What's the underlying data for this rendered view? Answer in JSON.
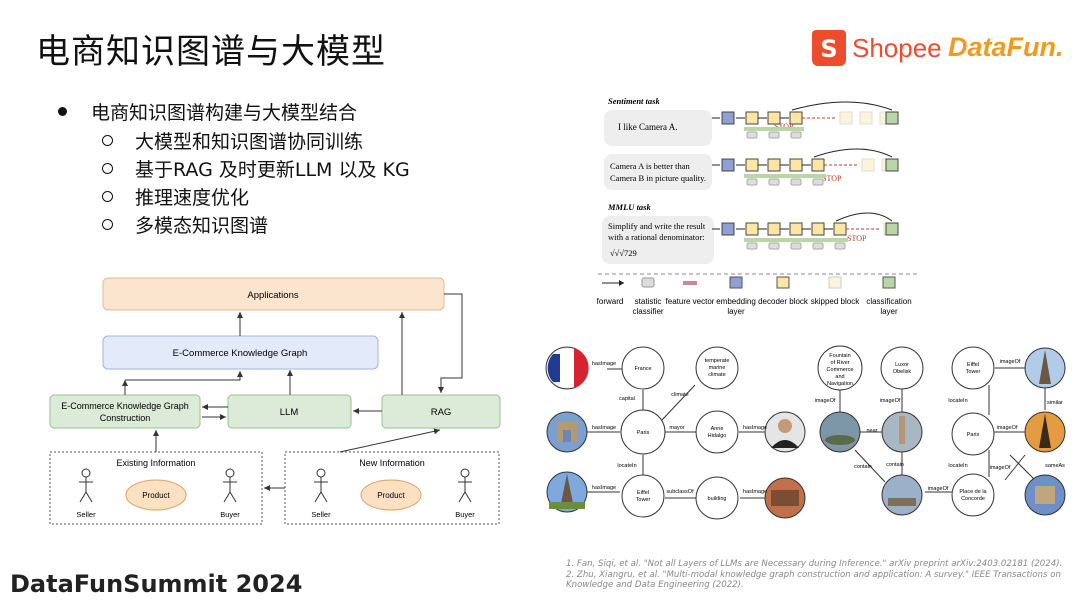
{
  "title": "电商知识图谱与大模型",
  "logos": {
    "shopee": "Shopee",
    "shopee_icon_letter": "S",
    "datafun": "DataFun."
  },
  "bullets": {
    "main": "电商知识图谱构建与大模型结合",
    "subs": [
      "大模型和知识图谱协同训练",
      "基于RAG 及时更新LLM 以及 KG",
      "推理速度优化",
      "多模态知识图谱"
    ]
  },
  "flow": {
    "applications": "Applications",
    "ekg": "E-Commerce Knowledge Graph",
    "ekg_construction_1": "E-Commerce Knowledge Graph",
    "ekg_construction_2": "Construction",
    "llm": "LLM",
    "rag": "RAG",
    "existing": "Existing Information",
    "new": "New Information",
    "product": "Product",
    "seller": "Seller",
    "buyer": "Buyer"
  },
  "tasks": {
    "sentiment_title": "Sentiment task",
    "q1": "I like Camera A.",
    "q2a": "Camera A is better than",
    "q2b": "Camera B in picture quality.",
    "mmlu_title": "MMLU task",
    "q3a": "Simplify and write the result",
    "q3b": "with a rational denominator:",
    "q3c": "√√√729",
    "stop": "STOP",
    "legend": [
      "forward",
      "statistic classifier",
      "feature vector",
      "embedding layer",
      "decoder block",
      "skipped block",
      "classification layer"
    ],
    "legend_l1": [
      "forward",
      "statistic",
      "feature vector",
      "embedding",
      "decoder block",
      "skipped block",
      "classification"
    ],
    "legend_l2": [
      "",
      "classifier",
      "",
      "layer",
      "",
      "",
      "layer"
    ]
  },
  "kg1": {
    "nodes": {
      "france": "France",
      "climate_1": "temperate",
      "climate_2": "marine",
      "climate_3": "climate",
      "paris": "Paris",
      "anne_1": "Anne",
      "anne_2": "Hidalgo",
      "eiffel_1": "Eiffel",
      "eiffel_2": "Tower",
      "building": "building"
    },
    "edges": {
      "hasimage1": "hasImage",
      "climate": "climate",
      "capital": "capital",
      "hasimage2": "hasImage",
      "mayor": "mayor",
      "hasimage3": "hasImage",
      "locatein": "locateIn",
      "hasimage4": "hasImage",
      "subclass": "subclassOf",
      "hasimage5": "hasImage"
    }
  },
  "kg2": {
    "nodes": {
      "fountain_1": "Fountain",
      "fountain_2": "of River",
      "fountain_3": "Commerce",
      "fountain_4": "and",
      "fountain_5": "Navigation",
      "luxor_1": "Luxor",
      "luxor_2": "Obelisk"
    },
    "edges": {
      "imageof1": "imageOf",
      "imageof2": "imageOf",
      "near": "near",
      "contain1": "contain",
      "contain2": "contain"
    }
  },
  "kg3": {
    "nodes": {
      "eiffel_1": "Eiffel",
      "eiffel_2": "Tower",
      "paris": "Paris",
      "place_1": "Place de la",
      "place_2": "Concorde"
    },
    "edges": {
      "imageof1": "imageOf",
      "locatein1": "locateIn",
      "similar": "similar",
      "imageof2": "imageOf",
      "locatein2": "locateIn",
      "imageof3": "imageOf",
      "sameas": "sameAs",
      "imageof4": "imageOf"
    }
  },
  "footer": "DataFunSummit 2024",
  "refs": [
    "1. Fan, Siqi, et al. \"Not all Layers of LLMs are Necessary during Inference.\" arXiv preprint arXiv:2403.02181 (2024).",
    "2. Zhu, Xiangru, et al. \"Multi-modal knowledge graph construction and application: A survey.\" IEEE Transactions on",
    "Knowledge and Data Engineering (2022)."
  ],
  "colors": {
    "shopee": "#ee4d2d",
    "datafun": "#f39a1e",
    "app_box": "#fbe5cf",
    "ekg_box": "#e3ebfb",
    "green_box": "#dcebd8",
    "decoder": "#fbe6a6",
    "embed": "#8ea0d6",
    "classify": "#b9d7a6",
    "stop": "#c0392b"
  }
}
